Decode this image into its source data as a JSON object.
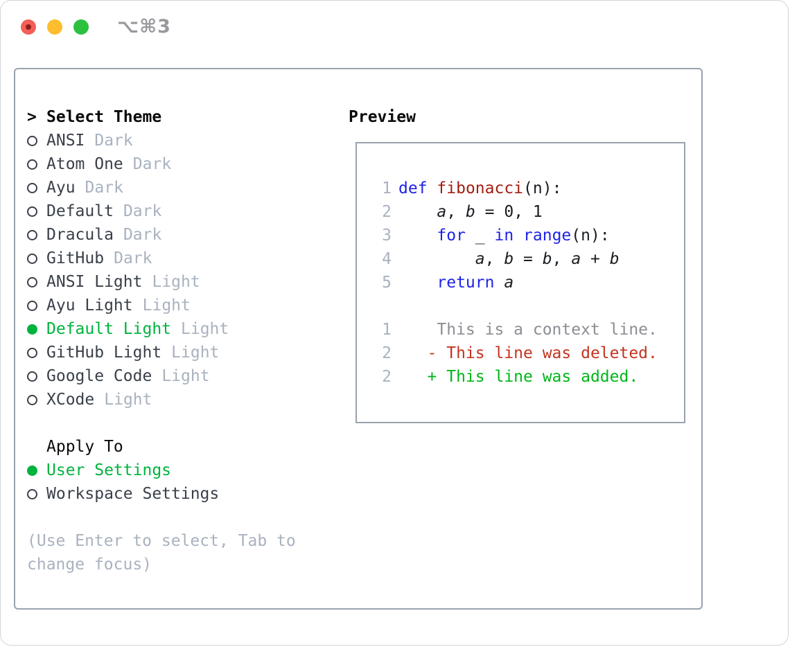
{
  "window": {
    "shortcut": "⌥⌘3",
    "traffic_lights": [
      "close",
      "minimize",
      "zoom"
    ]
  },
  "colors": {
    "accent_green": "#00b33e",
    "keyword_blue": "#1e23e6",
    "function_red": "#a31d12",
    "deleted_red": "#c43420",
    "added_green": "#00b519",
    "muted_gray": "#a9b2bf",
    "context_gray": "#8b8e93",
    "text_dark": "#3a4049",
    "border_gray": "#99a2ad"
  },
  "theme_panel": {
    "title_prefix": ">",
    "title": "Select Theme",
    "themes": [
      {
        "name": "ANSI",
        "tag": "Dark",
        "selected": false
      },
      {
        "name": "Atom One",
        "tag": "Dark",
        "selected": false
      },
      {
        "name": "Ayu",
        "tag": "Dark",
        "selected": false
      },
      {
        "name": "Default",
        "tag": "Dark",
        "selected": false
      },
      {
        "name": "Dracula",
        "tag": "Dark",
        "selected": false
      },
      {
        "name": "GitHub",
        "tag": "Dark",
        "selected": false
      },
      {
        "name": "ANSI Light",
        "tag": "Light",
        "selected": false
      },
      {
        "name": "Ayu Light",
        "tag": "Light",
        "selected": false
      },
      {
        "name": "Default Light",
        "tag": "Light",
        "selected": true
      },
      {
        "name": "GitHub Light",
        "tag": "Light",
        "selected": false
      },
      {
        "name": "Google Code",
        "tag": "Light",
        "selected": false
      },
      {
        "name": "XCode",
        "tag": "Light",
        "selected": false
      }
    ],
    "apply_to": {
      "title": "Apply To",
      "options": [
        {
          "name": "User Settings",
          "selected": true
        },
        {
          "name": "Workspace Settings",
          "selected": false
        }
      ]
    },
    "hint": "(Use Enter to select, Tab to change focus)"
  },
  "preview": {
    "title": "Preview",
    "lines": [
      {
        "num": "1",
        "segments": [
          {
            "t": "def",
            "c": "kw"
          },
          {
            "t": " ",
            "c": "p"
          },
          {
            "t": "fibonacci",
            "c": "fn"
          },
          {
            "t": "(n):",
            "c": "p"
          }
        ]
      },
      {
        "num": "2",
        "segments": [
          {
            "t": "    ",
            "c": "p"
          },
          {
            "t": "a",
            "c": "var"
          },
          {
            "t": ", ",
            "c": "p"
          },
          {
            "t": "b",
            "c": "var"
          },
          {
            "t": " = 0, 1",
            "c": "p"
          }
        ]
      },
      {
        "num": "3",
        "segments": [
          {
            "t": "    ",
            "c": "p"
          },
          {
            "t": "for",
            "c": "kw"
          },
          {
            "t": " _ ",
            "c": "p"
          },
          {
            "t": "in",
            "c": "kw"
          },
          {
            "t": " ",
            "c": "p"
          },
          {
            "t": "range",
            "c": "kw"
          },
          {
            "t": "(n):",
            "c": "p"
          }
        ]
      },
      {
        "num": "4",
        "segments": [
          {
            "t": "        ",
            "c": "p"
          },
          {
            "t": "a",
            "c": "var"
          },
          {
            "t": ", ",
            "c": "p"
          },
          {
            "t": "b",
            "c": "var"
          },
          {
            "t": " = ",
            "c": "p"
          },
          {
            "t": "b",
            "c": "var"
          },
          {
            "t": ", ",
            "c": "p"
          },
          {
            "t": "a",
            "c": "var"
          },
          {
            "t": " + ",
            "c": "p"
          },
          {
            "t": "b",
            "c": "var"
          }
        ]
      },
      {
        "num": "5",
        "segments": [
          {
            "t": "    ",
            "c": "p"
          },
          {
            "t": "return",
            "c": "kw"
          },
          {
            "t": " ",
            "c": "p"
          },
          {
            "t": "a",
            "c": "var"
          }
        ]
      },
      {
        "num": "",
        "segments": []
      },
      {
        "num": "1",
        "segments": [
          {
            "t": "    This is a context line.",
            "c": "ctx"
          }
        ]
      },
      {
        "num": "2",
        "segments": [
          {
            "t": "   - This line was deleted.",
            "c": "del"
          }
        ]
      },
      {
        "num": "2",
        "segments": [
          {
            "t": "   + This line was added.",
            "c": "add"
          }
        ]
      }
    ]
  }
}
